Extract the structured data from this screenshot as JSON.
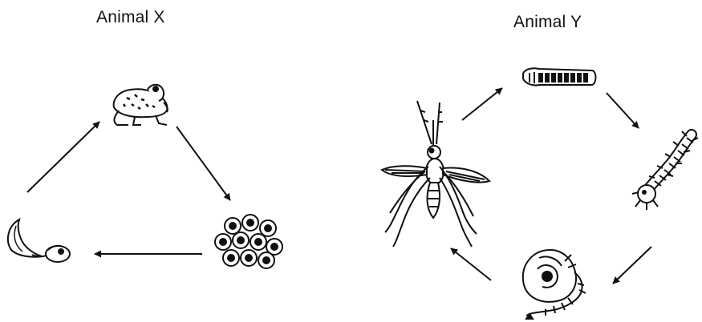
{
  "animal_x": {
    "title": "Animal X",
    "stages": [
      {
        "name": "frog-adult",
        "icon": "frog-icon"
      },
      {
        "name": "egg-cluster",
        "icon": "frog-eggs-icon"
      },
      {
        "name": "tadpole",
        "icon": "tadpole-icon"
      }
    ]
  },
  "animal_y": {
    "title": "Animal Y",
    "stages": [
      {
        "name": "egg-raft",
        "icon": "mosquito-eggs-icon"
      },
      {
        "name": "larva",
        "icon": "larva-icon"
      },
      {
        "name": "pupa",
        "icon": "pupa-icon"
      },
      {
        "name": "adult-mosquito",
        "icon": "mosquito-icon"
      }
    ]
  },
  "colors": {
    "ink": "#111111",
    "background": "#ffffff"
  }
}
